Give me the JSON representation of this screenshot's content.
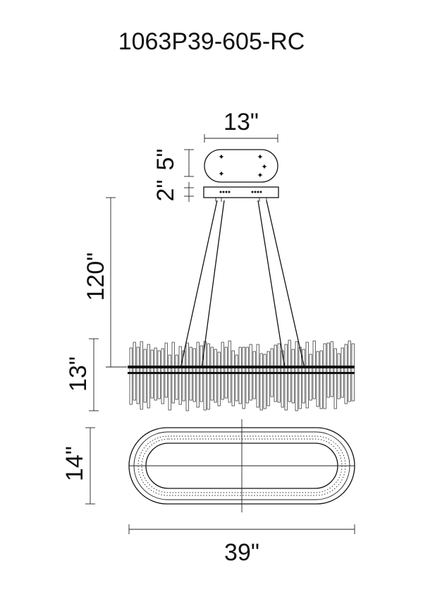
{
  "title": "1063P39-605-RC",
  "dimensions": {
    "canopy_width": "13\"",
    "canopy_depth": "5\"",
    "canopy_height": "2\"",
    "cable_length": "120\"",
    "fixture_height": "13\"",
    "fixture_depth": "14\"",
    "fixture_width": "39\""
  },
  "colors": {
    "line": "#111111",
    "background": "#ffffff"
  }
}
